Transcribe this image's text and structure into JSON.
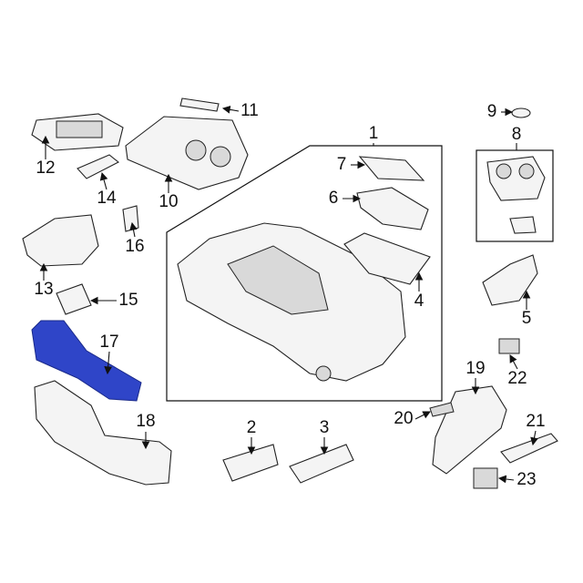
{
  "diagram": {
    "title": "Console assembly parts diagram",
    "highlight_color": "#2f45c8",
    "labels": [
      "1",
      "2",
      "3",
      "4",
      "5",
      "6",
      "7",
      "8",
      "9",
      "10",
      "11",
      "12",
      "13",
      "14",
      "15",
      "16",
      "17",
      "18",
      "19",
      "20",
      "21",
      "22",
      "23"
    ]
  }
}
